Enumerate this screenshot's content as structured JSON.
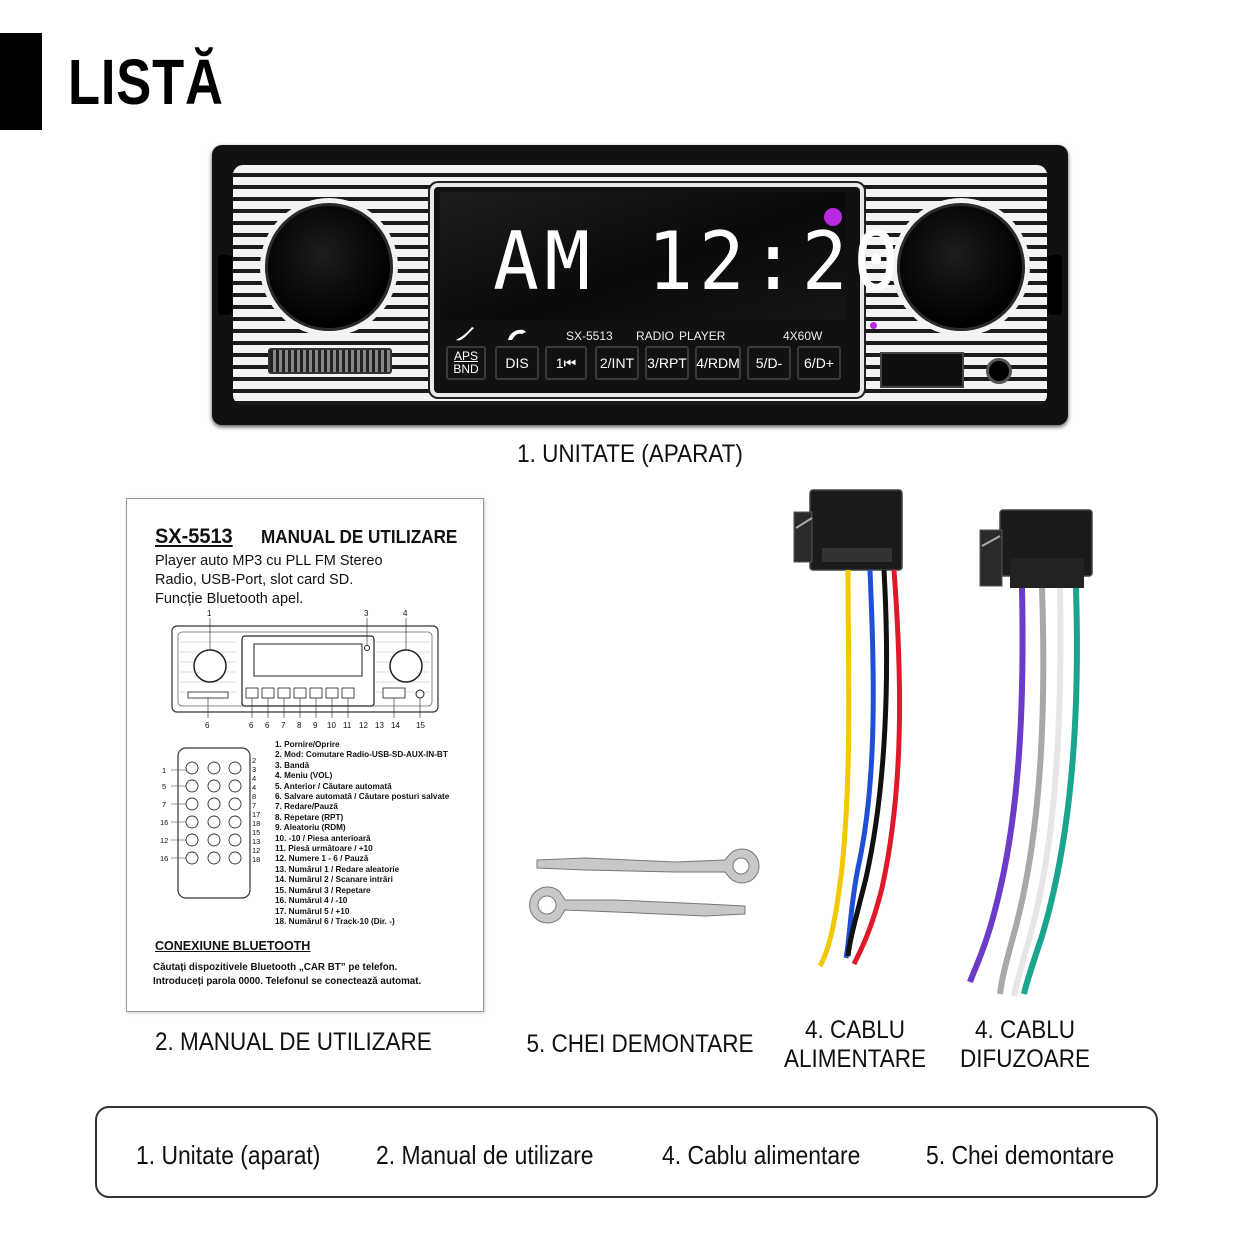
{
  "title": "LISTĂ",
  "unit": {
    "caption": "1. UNITATE (APARAT)",
    "display": "AM 12:20",
    "labels": {
      "aps": "APS",
      "bnd": "BND",
      "model": "SX-5513",
      "radio": "RADIO",
      "player": "PLAYER",
      "power": "4X60W"
    },
    "buttons": [
      "DIS",
      "1⏮",
      "2/INT",
      "3/RPT",
      "4/RDM",
      "5/D-",
      "6/D+"
    ]
  },
  "manual": {
    "caption": "2. MANUAL DE UTILIZARE",
    "model": "SX-5513",
    "heading": "MANUAL DE UTILIZARE",
    "description": [
      "Player auto MP3 cu PLL FM Stereo",
      "Radio, USB-Port, slot card SD.",
      "Funcție Bluetooth apel."
    ],
    "diagram_top_numbers": [
      "1",
      "3",
      "4"
    ],
    "diagram_bottom_numbers": [
      "6",
      "6",
      "6",
      "7",
      "8",
      "9",
      "10",
      "11",
      "12",
      "13",
      "14",
      "15"
    ],
    "remote_left_numbers": [
      "1",
      "5",
      "7",
      "16",
      "12",
      "16"
    ],
    "remote_right_numbers": [
      "2",
      "3",
      "4",
      "4",
      "8",
      "7",
      "17",
      "18",
      "15",
      "13",
      "12",
      "18"
    ],
    "legend": [
      "1. Pornire/Oprire",
      "2. Mod: Comutare Radio-USB-SD-AUX-IN-BT",
      "3. Bandă",
      "4. Meniu (VOL)",
      "5. Anterior / Căutare automată",
      "6. Salvare automată / Căutare posturi salvate",
      "7. Redare/Pauză",
      "8. Repetare (RPT)",
      "9. Aleatoriu (RDM)",
      "10. -10 / Piesa anterioară",
      "11. Piesă următoare / +10",
      "12. Numere 1 - 6 / Pauză",
      "13. Numărul 1 / Redare aleatorie",
      "14. Numărul 2 / Scanare intrări",
      "15. Numărul 3 / Repetare",
      "16. Numărul 4 / -10",
      "17. Numărul 5 / +10",
      "18. Numărul 6 / Track-10 (Dir. -)"
    ],
    "bt_title": "CONEXIUNE BLUETOOTH",
    "bt_text": [
      "Căutați dispozitivele Bluetooth „CAR BT” pe telefon.",
      "Introduceți parola 0000. Telefonul se conectează automat."
    ]
  },
  "keys_caption": "5. CHEI DEMONTARE",
  "power_cable_caption": [
    "4. CABLU",
    "ALIMENTARE"
  ],
  "speaker_cable_caption": [
    "4. CABLU",
    "DIFUZOARE"
  ],
  "summary": [
    "1. Unitate (aparat)",
    "2. Manual de utilizare",
    "4. Cablu alimentare",
    "5. Chei demontare"
  ],
  "colors": {
    "wire_yellow": "#f2c800",
    "wire_blue": "#1f4fd6",
    "wire_black": "#111111",
    "wire_red": "#e0192a",
    "wire_purple": "#6a3cc9",
    "wire_grey": "#a8a8a8",
    "wire_white": "#e6e6e6",
    "wire_teal": "#1aa58f",
    "display_dot": "#b62be0"
  }
}
